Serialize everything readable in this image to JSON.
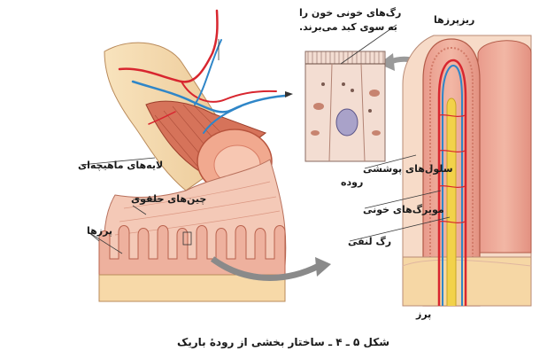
{
  "labels": {
    "blood_vessels_line1": "رگ‌های خونی خون را",
    "blood_vessels_line2": "به سوی کبد می‌برند.",
    "microvilli": "ریزپرزها",
    "muscle_layers": "لایه‌های ماهیچه‌ای",
    "circular_folds": "چین‌های حلقوی",
    "villi": "پرزها",
    "epithelial_cells_line1": "سلول‌های پوششی",
    "epithelial_cells_line2": "روده",
    "capillaries": "مویرگ‌های خونی",
    "lymph_vessel": "رگ لنفی",
    "villus": "پرز"
  },
  "caption": "شکل ۵ ـ ۴ ـ ساختار بخشی از رودهٔ باریک",
  "colors": {
    "artery": "#d8262f",
    "vein": "#2f86c8",
    "lymph": "#f2d24a",
    "tissue": "#e8a08f",
    "muscle": "#c8553e",
    "outer_wall": "#f6d7a5",
    "cell_panel": "#f3ddd2"
  }
}
